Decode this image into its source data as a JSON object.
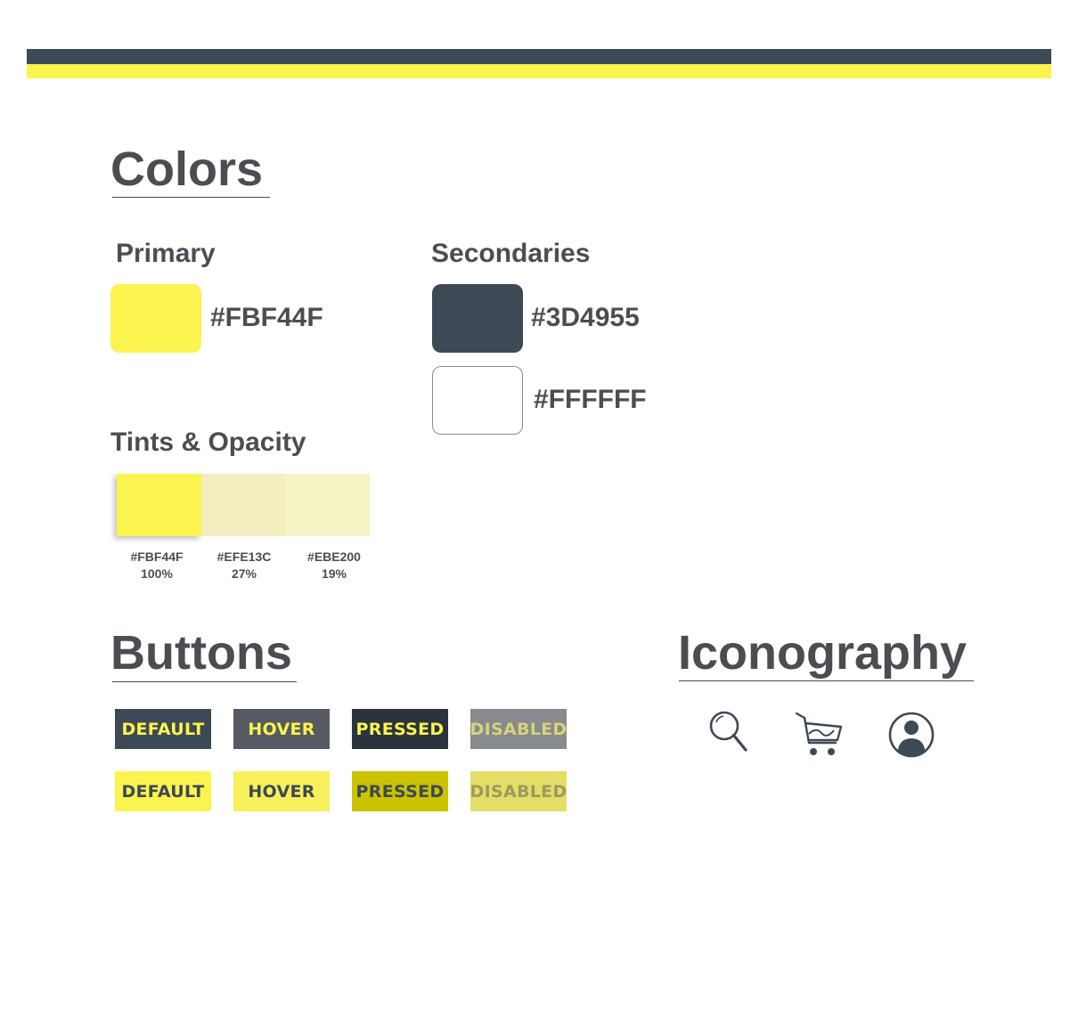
{
  "colors": {
    "title": "Colors",
    "primary": {
      "label": "Primary",
      "swatches": [
        {
          "hex": "#FBF44F"
        }
      ]
    },
    "secondaries": {
      "label": "Secondaries",
      "swatches": [
        {
          "hex": "#3D4955"
        },
        {
          "hex": "#FFFFFF"
        }
      ]
    },
    "tints": {
      "label": "Tints & Opacity",
      "items": [
        {
          "hex": "#FBF44F",
          "opacity": "100%"
        },
        {
          "hex": "#EFE13C",
          "opacity": "27%"
        },
        {
          "hex": "#EBE200",
          "opacity": "19%"
        }
      ]
    }
  },
  "buttons": {
    "title": "Buttons",
    "dark_row": [
      {
        "label": "DEFAULT",
        "state": "default",
        "bg": "#3D4955",
        "fg": "#FBF44F"
      },
      {
        "label": "HOVER",
        "state": "hover",
        "bg": "#565B63",
        "fg": "#FBF44F"
      },
      {
        "label": "PRESSED",
        "state": "pressed",
        "bg": "#2B333D",
        "fg": "#FBF44F"
      },
      {
        "label": "DISABLED",
        "state": "disabled",
        "bg": "#878A8E",
        "fg": "#D6D37A"
      }
    ],
    "yellow_row": [
      {
        "label": "DEFAULT",
        "state": "default",
        "bg": "#FBF44F",
        "fg": "#3D4955"
      },
      {
        "label": "HOVER",
        "state": "hover",
        "bg": "#F7F05A",
        "fg": "#3D4955"
      },
      {
        "label": "PRESSED",
        "state": "pressed",
        "bg": "#CBC300",
        "fg": "#3D4955"
      },
      {
        "label": "DISABLED",
        "state": "disabled",
        "bg": "#E3DE66",
        "fg": "#9C9A5E"
      }
    ]
  },
  "iconography": {
    "title": "Iconography",
    "icons": [
      "search-icon",
      "cart-icon",
      "user-icon"
    ]
  }
}
